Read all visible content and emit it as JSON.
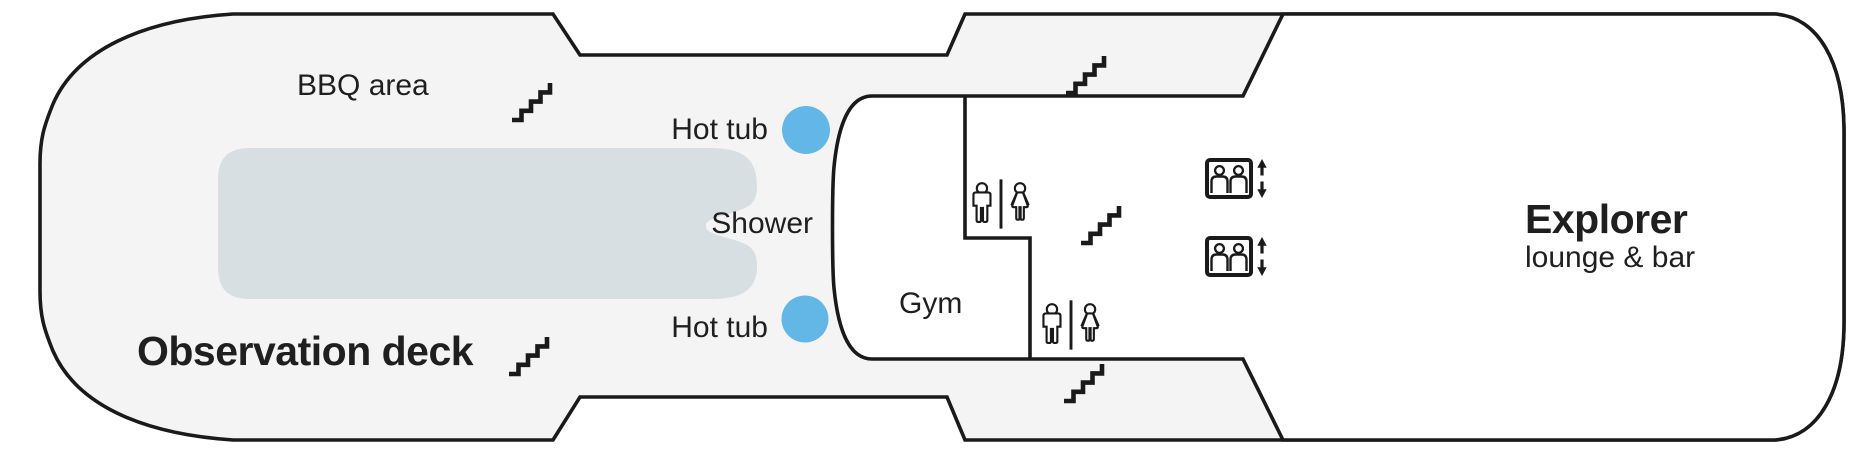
{
  "deck_plan": {
    "labels": {
      "bbq_area": "BBQ area",
      "hot_tub_forward": "Hot tub",
      "shower": "Shower",
      "hot_tub_aft": "Hot tub",
      "gym": "Gym",
      "observation_deck": "Observation deck",
      "explorer_name": "Explorer",
      "explorer_type": "lounge & bar"
    },
    "icons": {
      "stairs": {
        "name": "stairs-icon",
        "count": 5
      },
      "restrooms": {
        "name": "wc-men-women-icon",
        "count": 2
      },
      "elevators": {
        "name": "elevator-icon",
        "count": 2
      },
      "hot_tubs": {
        "name": "hot-tub-circle",
        "count": 2
      }
    },
    "colors": {
      "background": "#ffffff",
      "deck_fill": "#f4f4f4",
      "room_fill": "#ffffff",
      "pool_fill": "#d8dfe2",
      "hot_tub": "#63b7e6",
      "line": "#1a1a1a",
      "text": "#1f1f1f"
    }
  }
}
